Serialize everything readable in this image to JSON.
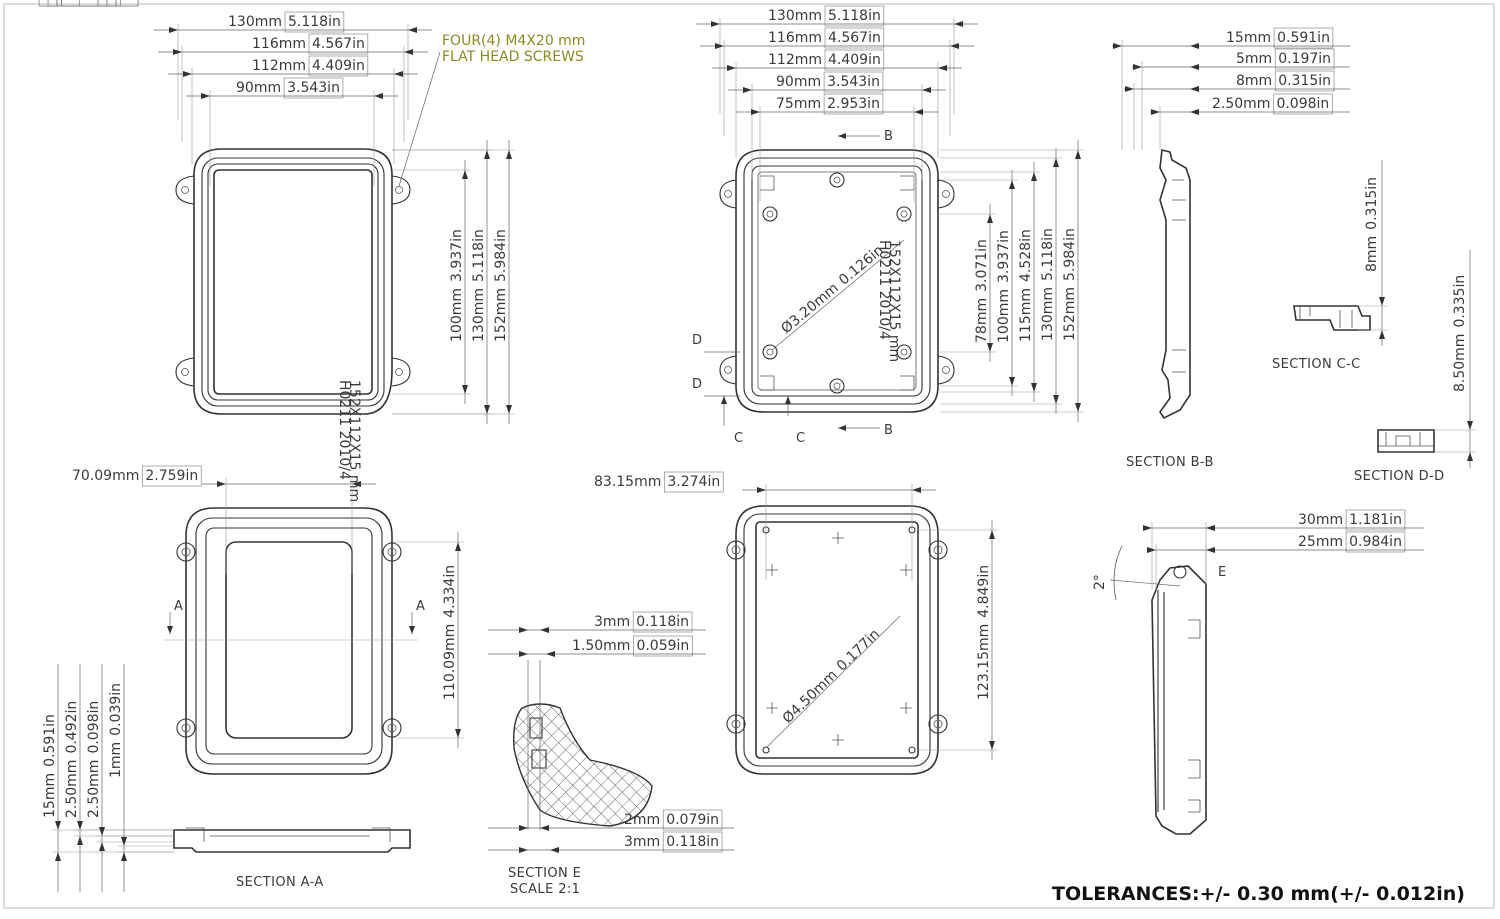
{
  "tolerance_note": "TOLERANCES:+/- 0.30 mm(+/- 0.012in)",
  "screw_note": [
    "FOUR(4) M4X20 mm",
    "FLAT HEAD SCREWS"
  ],
  "part_marking": [
    "H0211 2010/4",
    "152X112X15 mm"
  ],
  "views": {
    "top_left": {
      "h_dims": [
        [
          "130mm",
          "5.118in"
        ],
        [
          "116mm",
          "4.567in"
        ],
        [
          "112mm",
          "4.409in"
        ],
        [
          "90mm",
          "3.543in"
        ]
      ],
      "v_dims": [
        [
          "100mm",
          "3.937in"
        ],
        [
          "130mm",
          "5.118in"
        ],
        [
          "152mm",
          "5.984in"
        ]
      ]
    },
    "top_center": {
      "h_dims": [
        [
          "130mm",
          "5.118in"
        ],
        [
          "116mm",
          "4.567in"
        ],
        [
          "112mm",
          "4.409in"
        ],
        [
          "90mm",
          "3.543in"
        ],
        [
          "75mm",
          "2.953in"
        ]
      ],
      "v_dims": [
        [
          "78mm",
          "3.071in"
        ],
        [
          "100mm",
          "3.937in"
        ],
        [
          "115mm",
          "4.528in"
        ],
        [
          "130mm",
          "5.118in"
        ],
        [
          "152mm",
          "5.984in"
        ]
      ],
      "diameter": [
        "Ø3.20mm",
        "0.126in"
      ],
      "section_marks": [
        "B",
        "B",
        "D",
        "D",
        "C",
        "C"
      ]
    },
    "section_bb": {
      "title": "SECTION B-B",
      "dims": [
        [
          "15mm",
          "0.591in"
        ],
        [
          "5mm",
          "0.197in"
        ],
        [
          "8mm",
          "0.315in"
        ],
        [
          "2.50mm",
          "0.098in"
        ]
      ]
    },
    "section_cc": {
      "title": "SECTION C-C",
      "dim": [
        "8mm",
        "0.315in"
      ]
    },
    "section_dd": {
      "title": "SECTION D-D",
      "dim": [
        "8.50mm",
        "0.335in"
      ]
    },
    "bottom_left": {
      "h_dim": [
        "70.09mm",
        "2.759in"
      ],
      "v_dim": [
        "110.09mm",
        "4.334in"
      ],
      "section_marks": [
        "A",
        "A"
      ]
    },
    "section_aa": {
      "title": "SECTION A-A",
      "dims": [
        [
          "15mm",
          "0.591in"
        ],
        [
          "2.50mm",
          "0.492in"
        ],
        [
          "2.50mm",
          "0.098in"
        ],
        [
          "1mm",
          "0.039in"
        ]
      ]
    },
    "section_e": {
      "title": "SECTION E",
      "scale": "SCALE 2:1",
      "dims_top": [
        [
          "3mm",
          "0.118in"
        ],
        [
          "1.50mm",
          "0.059in"
        ]
      ],
      "dims_bottom": [
        [
          "2mm",
          "0.079in"
        ],
        [
          "3mm",
          "0.118in"
        ]
      ]
    },
    "bottom_center": {
      "h_dim": [
        "83.15mm",
        "3.274in"
      ],
      "v_dim": [
        "123.15mm",
        "4.849in"
      ],
      "diameter": [
        "Ø4.50mm",
        "0.177in"
      ]
    },
    "side_right": {
      "dims": [
        [
          "30mm",
          "1.181in"
        ],
        [
          "25mm",
          "0.984in"
        ]
      ],
      "angle": "2°",
      "detail_mark": "E"
    }
  }
}
